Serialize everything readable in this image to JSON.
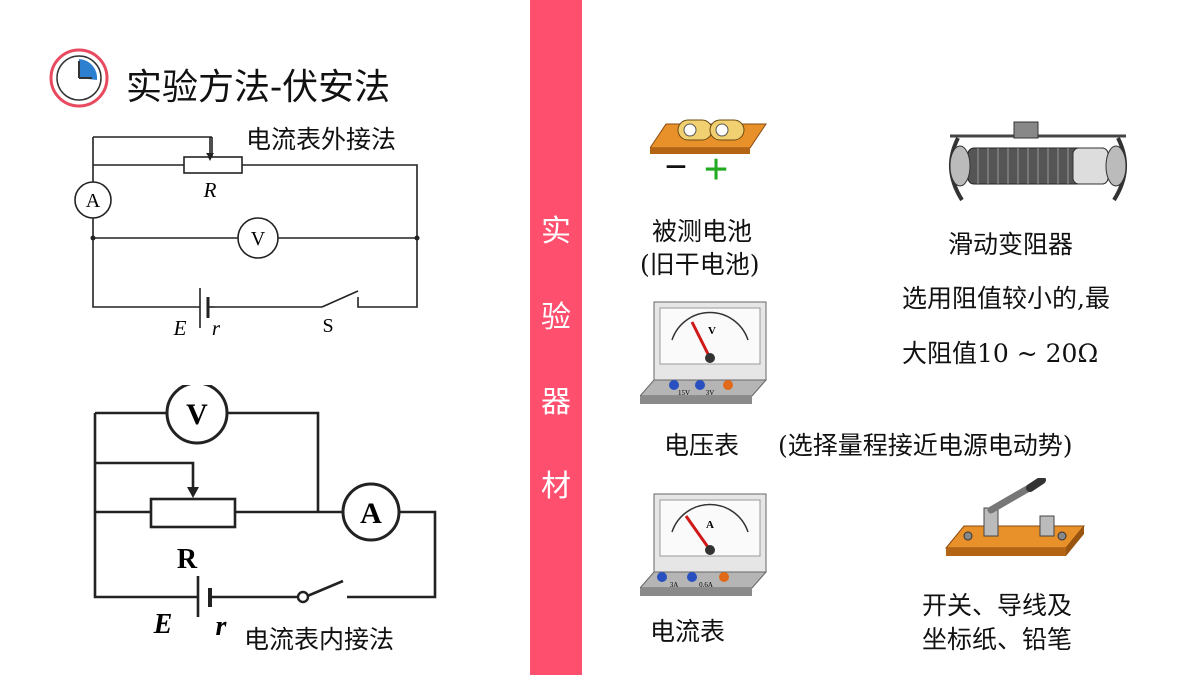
{
  "header": {
    "title": "实验方法-伏安法",
    "icon": "clock-icon",
    "accent": "#e84a5f"
  },
  "circuit_external": {
    "caption": "电流表外接法",
    "labels": {
      "ammeter": "A",
      "voltmeter": "V",
      "resistor": "R",
      "emf": "E",
      "internal": "r",
      "switch": "S"
    }
  },
  "circuit_internal": {
    "caption": "电流表内接法",
    "labels": {
      "ammeter": "A",
      "voltmeter": "V",
      "resistor": "R",
      "emf": "E",
      "internal": "r"
    }
  },
  "sidebar": {
    "chars": [
      "实",
      "验",
      "器",
      "材"
    ],
    "color": "#ff4f6e"
  },
  "equipment": {
    "battery": {
      "line1": "被测电池",
      "line2": "(旧干电池)",
      "minus": "−",
      "plus": "+"
    },
    "rheostat": {
      "name": "滑动变阻器",
      "note1": "选用阻值较小的,最",
      "note2": "大阻值10 ~ 20Ω"
    },
    "voltmeter": {
      "name": "电压表",
      "note": "(选择量程接近电源电动势)",
      "dial": "V",
      "ranges": [
        "15V",
        "3V"
      ]
    },
    "ammeter": {
      "name": "电流表",
      "dial": "A",
      "ranges": [
        "3A",
        "0.6A"
      ]
    },
    "switch": {
      "line1": "开关、导线及",
      "line2": "坐标纸、铅笔"
    }
  }
}
